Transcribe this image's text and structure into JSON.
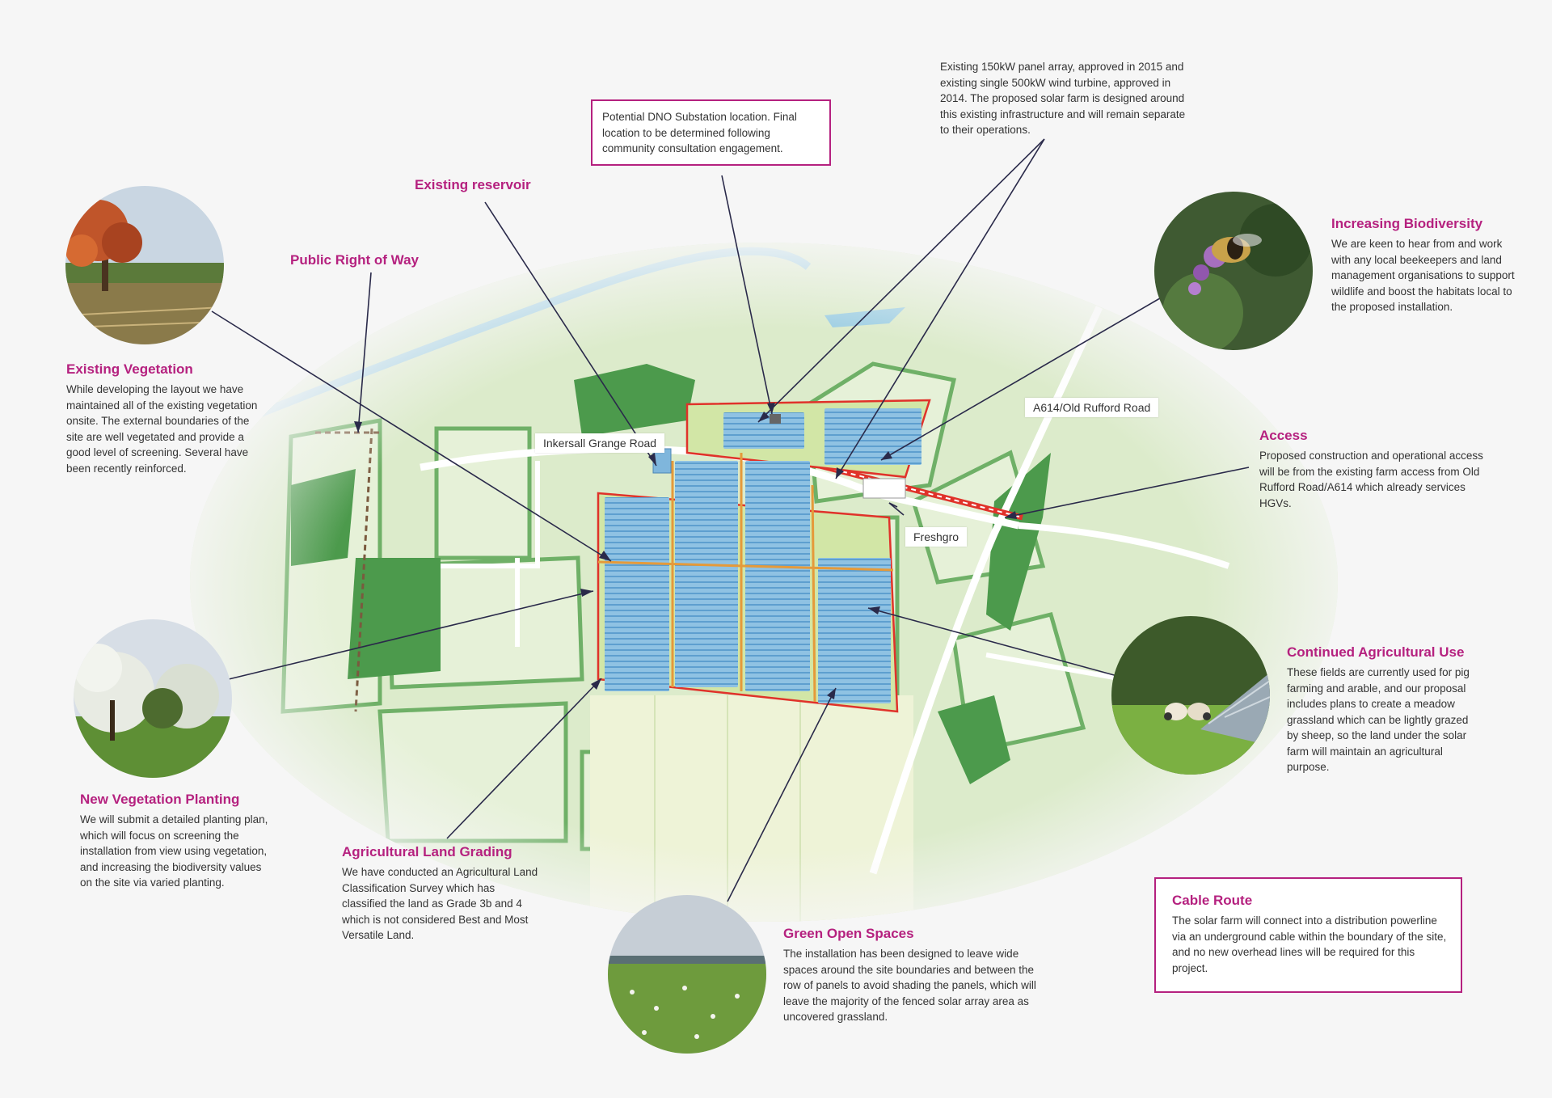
{
  "map_labels": {
    "inkersall_road": "Inkersall Grange Road",
    "a614_road": "A614/Old Rufford Road",
    "freshgro": "Freshgro",
    "existing_reservoir": "Existing reservoir",
    "public_right_of_way": "Public Right of Way"
  },
  "callouts": {
    "existing_infrastructure": "Existing 150kW panel array, approved in 2015 and existing single 500kW wind turbine, approved in 2014. The proposed solar farm is designed around this existing infrastructure and will remain separate to their operations.",
    "dno_substation": "Potential DNO Substation location. Final location to be determined following community consultation engagement."
  },
  "sections": {
    "existing_vegetation": {
      "title": "Existing Vegetation",
      "text": "While developing the layout we have maintained all of the existing vegetation onsite. The external boundaries of the site are well vegetated and provide a good level of screening. Several have been recently reinforced."
    },
    "new_vegetation": {
      "title": "New Vegetation Planting",
      "text": "We will submit a detailed planting plan, which will focus on screening the installation from view using vegetation, and increasing the biodiversity values on the site via varied planting."
    },
    "agricultural_land_grading": {
      "title": "Agricultural Land Grading",
      "text": "We have conducted an Agricultural Land Classification Survey which has classified the land as Grade 3b and 4 which is not considered Best and Most Versatile Land."
    },
    "green_open_spaces": {
      "title": "Green Open Spaces",
      "text": "The installation has been designed to leave wide spaces around the site boundaries and between the row of panels to avoid shading the panels, which will leave the majority of the fenced solar array area as uncovered grassland."
    },
    "increasing_biodiversity": {
      "title": "Increasing Biodiversity",
      "text": "We are keen to hear from and work with any local beekeepers and land management organisations to support wildlife and boost the habitats local to the proposed installation."
    },
    "access": {
      "title": "Access",
      "text": "Proposed construction and operational access will be from the existing farm access from Old Rufford Road/A614 which already services HGVs."
    },
    "continued_agricultural_use": {
      "title": "Continued Agricultural Use",
      "text": "These fields are currently used for pig farming and arable, and our proposal includes plans to create a meadow grassland which can be lightly grazed by sheep, so the land under the solar farm will maintain an agricultural purpose."
    },
    "cable_route": {
      "title": "Cable Route",
      "text": "The solar farm will connect into a distribution powerline via an underground cable within the boundary of the site, and no new overhead lines will be required for this project."
    }
  },
  "colors": {
    "accent": "#b5217f",
    "field_light": "#d9ebc6",
    "hedge": "#5fa65b",
    "panel": "#7fb6dc",
    "site_boundary": "#e0322a"
  },
  "icons": [
    "photo-autumn-tree",
    "photo-bee-flower",
    "photo-blossom-hedge",
    "photo-sheep-panels",
    "photo-meadow"
  ]
}
